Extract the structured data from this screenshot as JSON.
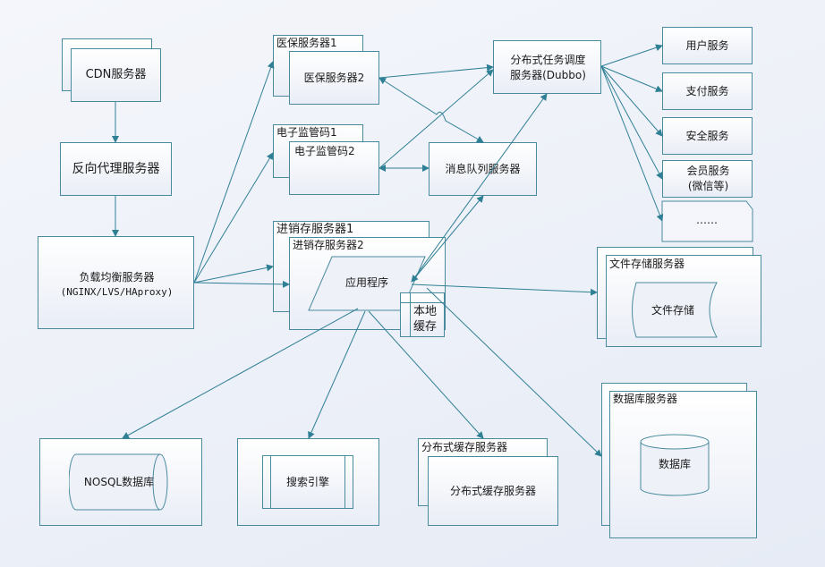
{
  "nodes": {
    "cdn": "CDN服务器",
    "reverse_proxy": "反向代理服务器",
    "load_balancer_line1": "负载均衡服务器",
    "load_balancer_line2": "(NGINX/LVS/HAproxy)",
    "medical1": "医保服务器1",
    "medical2": "医保服务器2",
    "ecode1": "电子监管码1",
    "ecode2": "电子监管码2",
    "inventory1": "进销存服务器1",
    "inventory2": "进销存服务器2",
    "app": "应用程序",
    "local_cache_line1": "本地",
    "local_cache_line2": "缓存",
    "scheduler_line1": "分布式任务调度",
    "scheduler_line2": "服务器(Dubbo)",
    "mq": "消息队列服务器",
    "user_service": "用户服务",
    "pay_service": "支付服务",
    "security_service": "安全服务",
    "member_line1": "会员服务",
    "member_line2": "(微信等)",
    "more": "……",
    "file_server": "文件存储服务器",
    "file_storage": "文件存储",
    "db_server": "数据库服务器",
    "db": "数据库",
    "nosql": "NOSQL数据库",
    "search": "搜索引擎",
    "cache_server_back": "分布式缓存服务器",
    "cache_server_front": "分布式缓存服务器"
  },
  "colors": {
    "line": "#2f7f95",
    "border": "#4a8a9e"
  }
}
